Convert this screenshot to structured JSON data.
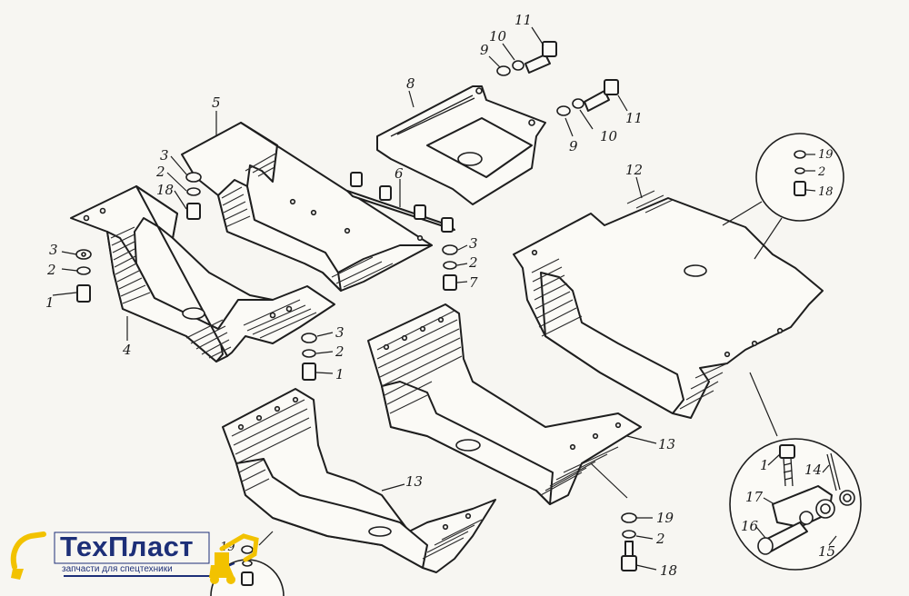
{
  "callouts": {
    "c1a": "1",
    "c2a": "2",
    "c3a": "3",
    "c3b": "3",
    "c2b": "2",
    "c18a": "18",
    "c5": "5",
    "c4": "4",
    "c6": "6",
    "c3c": "3",
    "c2c": "2",
    "c7": "7",
    "c3d": "3",
    "c2d": "2",
    "c1d": "1",
    "c8": "8",
    "c9a": "9",
    "c10a": "10",
    "c11a": "11",
    "c9b": "9",
    "c10b": "10",
    "c11b": "11",
    "c12": "12",
    "c19a": "19",
    "c2e": "2",
    "c18b": "18",
    "c13a": "13",
    "c13b": "13",
    "c19b": "19",
    "c2f": "2",
    "c18c": "18",
    "c1e": "1",
    "c14": "14",
    "c17": "17",
    "c16": "16",
    "c15": "15",
    "c19c": "19"
  },
  "logo": {
    "name": "ТехПласт",
    "tagline": "запчасти для спецтехники",
    "colors": {
      "primary": "#1d2f78",
      "accent": "#f2c200"
    }
  }
}
